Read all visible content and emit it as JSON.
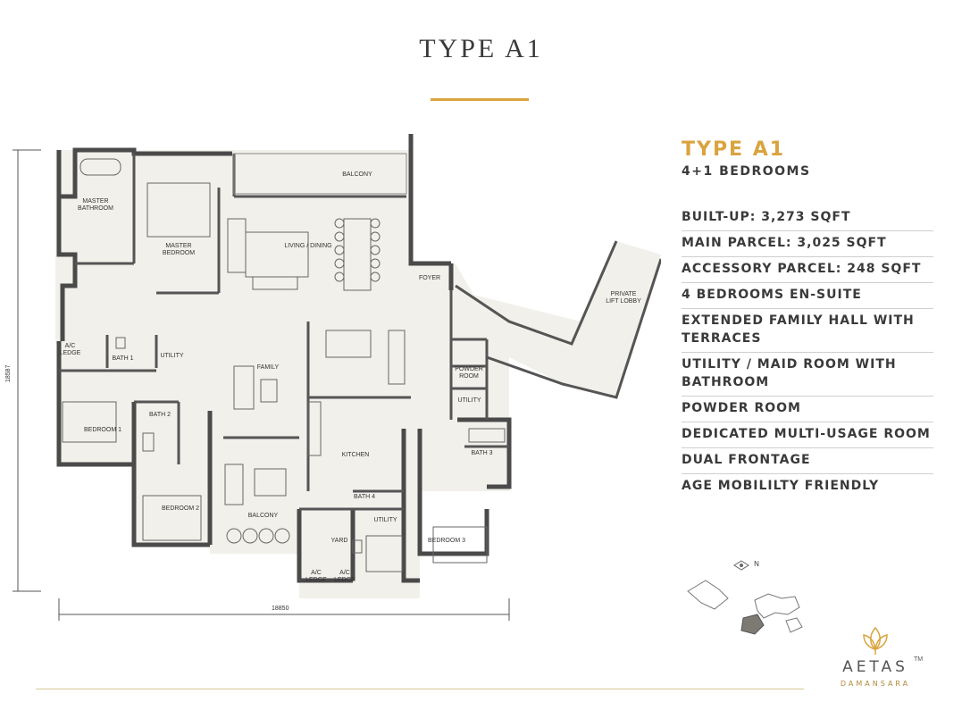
{
  "header": {
    "title": "TYPE A1"
  },
  "plan": {
    "rooms": {
      "master_bathroom": "MASTER\nBATHROOM",
      "master_bedroom": "MASTER\nBEDROOM",
      "balcony_top": "BALCONY",
      "living_dining": "LIVING / DINING",
      "foyer": "FOYER",
      "private_lift_lobby": "PRIVATE\nLIFT LOBBY",
      "ac_ledge_left": "A/C\nLEDGE",
      "bath1": "BATH 1",
      "utility_left": "UTILITY",
      "family": "FAMILY",
      "powder_room": "POWDER\nROOM",
      "utility_right": "UTILITY",
      "bedroom1": "BEDROOM 1",
      "bath2": "BATH 2",
      "kitchen": "KITCHEN",
      "bath3": "BATH 3",
      "bath4": "BATH 4",
      "bedroom2": "BEDROOM 2",
      "balcony_bottom": "BALCONY",
      "yard": "YARD",
      "utility_bottom": "UTILITY",
      "bedroom3": "BEDROOM 3",
      "ac_ledge_1": "A/C\nLEDGE",
      "ac_ledge_2": "A/C\nLEDGE"
    },
    "dimensions": {
      "width": "18850",
      "height": "18587"
    }
  },
  "sidebar": {
    "type_heading": "TYPE A1",
    "bedrooms": "4+1 BEDROOMS",
    "features": [
      "BUILT-UP: 3,273 SQFT",
      "MAIN PARCEL: 3,025 SQFT",
      "ACCESSORY PARCEL: 248 SQFT",
      "4 BEDROOMS EN-SUITE",
      "EXTENDED FAMILY HALL WITH TERRACES",
      "UTILITY / MAID ROOM WITH BATHROOM",
      "POWDER ROOM",
      "DEDICATED MULTI-USAGE ROOM",
      "DUAL FRONTAGE",
      "AGE MOBILILTY FRIENDLY"
    ]
  },
  "key_plan": {
    "north_label": "N"
  },
  "logo": {
    "name": "AETAS",
    "trademark": "TM",
    "subtitle": "DAMANSARA"
  },
  "colors": {
    "accent_gold": "#d9a43f",
    "wall": "#4a4a4a",
    "floor": "#f2f0ea"
  }
}
